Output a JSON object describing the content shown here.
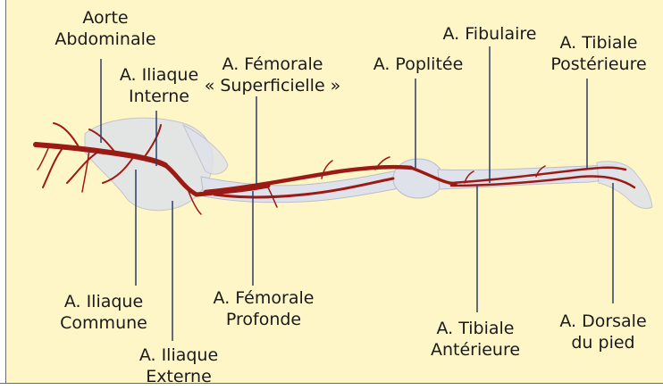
{
  "labels": {
    "aorte_abdominale": [
      "Aorte",
      "Abdominale"
    ],
    "iliaque_interne": [
      "A. Iliaque",
      "Interne"
    ],
    "femorale_superficielle": [
      "A. Fémorale",
      "« Superficielle »"
    ],
    "poplitee": [
      "A. Poplitée"
    ],
    "fibulaire": [
      "A. Fibulaire"
    ],
    "tibiale_posterieure": [
      "A. Tibiale",
      "Postérieure"
    ],
    "iliaque_commune": [
      "A. Iliaque",
      "Commune"
    ],
    "femorale_profonde": [
      "A. Fémorale",
      "Profonde"
    ],
    "iliaque_externe": [
      "A. Iliaque",
      "Externe"
    ],
    "tibiale_anterieure": [
      "A. Tibiale",
      "Antérieure"
    ],
    "dorsale_pied": [
      "A. Dorsale",
      "du pied"
    ]
  },
  "colors": {
    "background": "#fff6c8",
    "artery": "#9b1a14",
    "bone": "#d9dde6",
    "leader": "#2a3f66"
  }
}
